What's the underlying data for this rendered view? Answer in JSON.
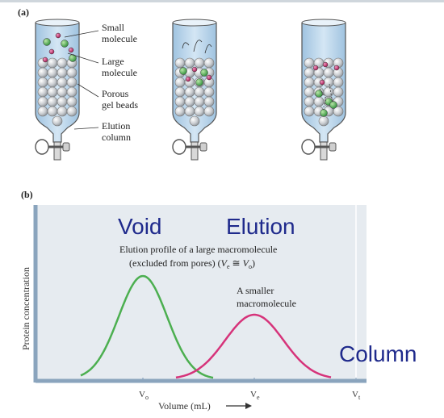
{
  "panel_a": {
    "label": "(a)",
    "labels": {
      "small": "Small\nmolecule",
      "large": "Large\nmolecule",
      "beads": "Porous\ngel beads",
      "column": "Elution\ncolumn"
    }
  },
  "panel_b": {
    "label": "(b)",
    "overlay": {
      "void": "Void",
      "elution": "Elution",
      "column": "Column"
    },
    "annotation_large": "Elution profile of a large macromolecule",
    "annotation_large_2": "(excluded from pores)",
    "annotation_large_eq_left": "V",
    "annotation_large_eq_sub_left": "e",
    "annotation_large_eq_sym": "≅",
    "annotation_large_eq_right": "V",
    "annotation_large_eq_sub_right": "o",
    "annotation_small_1": "A smaller",
    "annotation_small_2": "macromolecule",
    "ylabel": "Protein concentration",
    "xlabel": "Volume (mL)",
    "ticks": [
      {
        "main": "V",
        "sub": "o"
      },
      {
        "main": "V",
        "sub": "e"
      },
      {
        "main": "V",
        "sub": "t"
      }
    ],
    "colors": {
      "large": "#4caf50",
      "small": "#d6337a",
      "background": "#e6ebf0",
      "axis": "#8aa4bd"
    }
  }
}
